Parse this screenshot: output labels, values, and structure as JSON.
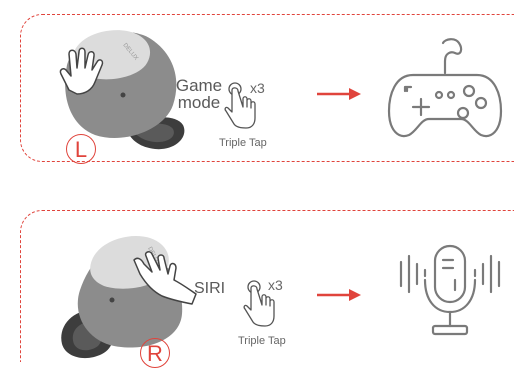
{
  "brand_text": "DELUX",
  "sections": [
    {
      "side_badge": "L",
      "command_label_line1": "Game",
      "command_label_line2": "mode",
      "tap_count": "x3",
      "tap_caption": "Triple  Tap",
      "result_icon": "gamepad-icon"
    },
    {
      "side_badge": "R",
      "command_label": "SIRI",
      "tap_count": "x3",
      "tap_caption": "Triple  Tap",
      "result_icon": "microphone-icon"
    }
  ],
  "colors": {
    "accent": "#e0443c",
    "earbud_body": "#8c8c8c",
    "earbud_cap": "#dcdcdc",
    "line_art": "#7a7a7a"
  }
}
